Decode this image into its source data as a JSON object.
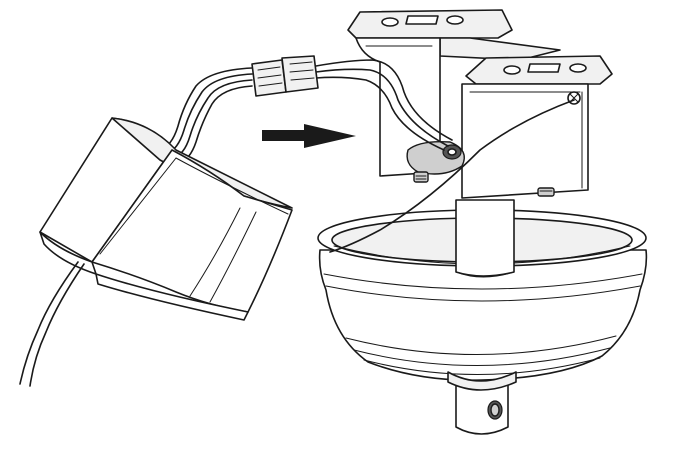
{
  "figure": {
    "parts": [
      "receiver",
      "wire-connector",
      "mounting-bracket",
      "canopy",
      "downrod"
    ],
    "arrow_direction": "right",
    "line_color": "#1a1a1a",
    "fill_colors": {
      "light": "#f1f1f1",
      "medium": "#cfcfcf",
      "dark": "#555555"
    }
  }
}
